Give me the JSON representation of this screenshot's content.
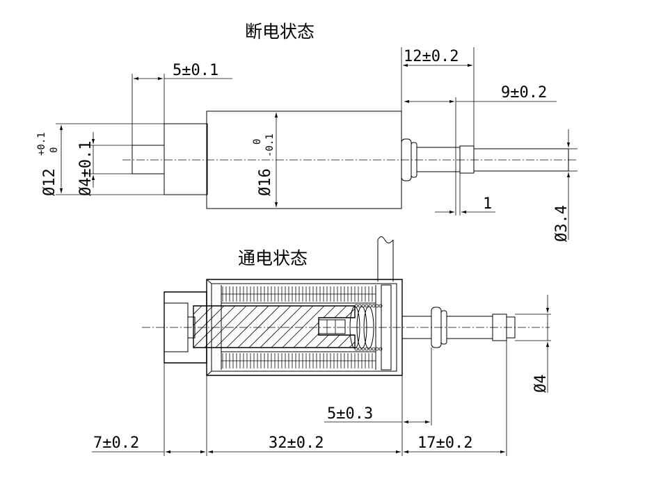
{
  "titles": {
    "off_state": "断电状态",
    "on_state": "通电状态"
  },
  "dimensions": {
    "d_5_01": "5±0.1",
    "d_12_02": "12±0.2",
    "d_9_02": "9±0.2",
    "d_1": "1",
    "d_phi12": "Ø12",
    "d_phi12_tol_upper": "+0.1",
    "d_phi12_tol_lower": "0",
    "d_phi4_01": "Ø4±0.1",
    "d_phi16": "Ø16",
    "d_phi16_tol_upper": "0",
    "d_phi16_tol_lower": "-0.1",
    "d_phi34": "Ø3.4",
    "d_phi4": "Ø4",
    "d_5_03": "5±0.3",
    "d_7_02": "7±0.2",
    "d_32_02": "32±0.2",
    "d_17_02": "17±0.2"
  }
}
